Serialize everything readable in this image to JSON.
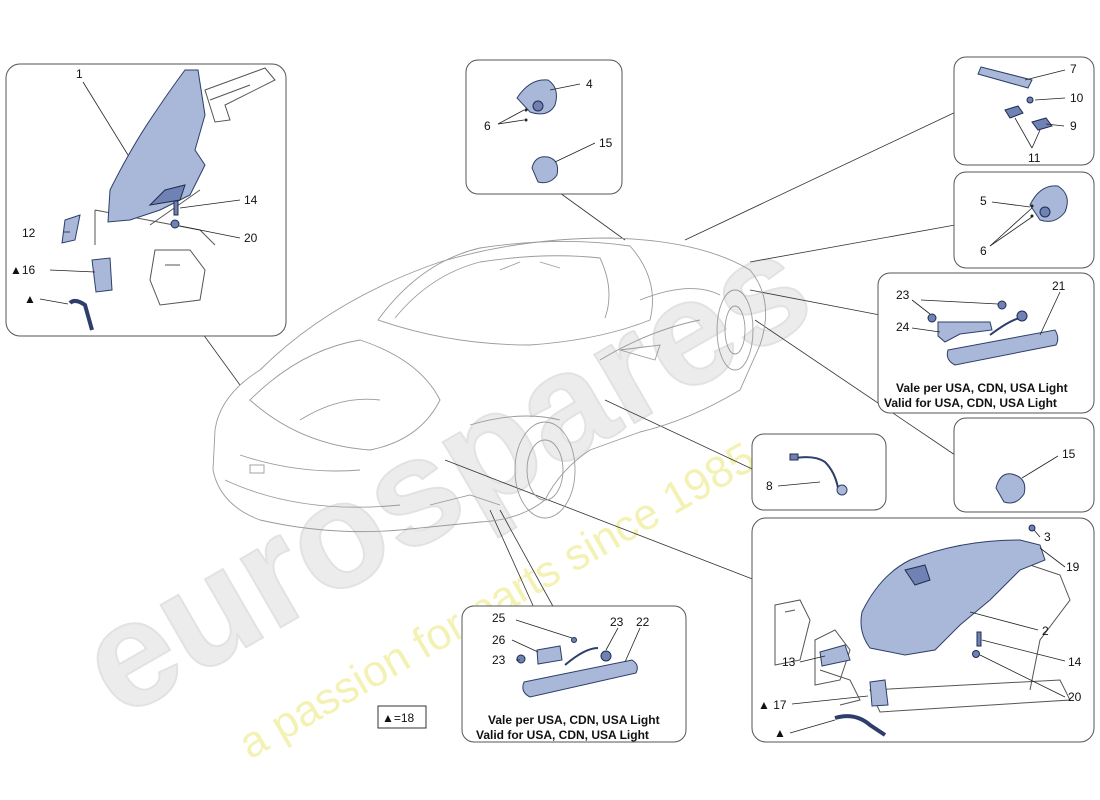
{
  "watermark": {
    "brand": "eurospares",
    "tagline": "a passion for parts since 1985"
  },
  "legend": {
    "text": "▲=18"
  },
  "panels": {
    "front_headlight": {
      "labels": [
        "1",
        "12",
        "▲16",
        "▲",
        "14",
        "20"
      ]
    },
    "upper_lamp": {
      "labels": [
        "4",
        "6",
        "15"
      ]
    },
    "third_brake": {
      "labels": [
        "7",
        "10",
        "9",
        "11"
      ]
    },
    "side_lamp": {
      "labels": [
        "5",
        "6"
      ]
    },
    "usa_right": {
      "labels": [
        "23",
        "21",
        "24"
      ],
      "note_it": "Vale per USA, CDN, USA Light",
      "note_en": "Valid for USA, CDN, USA Light"
    },
    "grommet": {
      "labels": [
        "15"
      ]
    },
    "cable": {
      "labels": [
        "8"
      ]
    },
    "rear_headlight": {
      "labels": [
        "3",
        "19",
        "2",
        "13",
        "14",
        "20",
        "▲ 17",
        "▲"
      ]
    },
    "usa_bottom": {
      "labels": [
        "25",
        "26",
        "23",
        "23",
        "22"
      ],
      "note_it": "Vale per USA, CDN, USA Light",
      "note_en": "Valid for USA, CDN, USA Light"
    }
  },
  "colors": {
    "part_fill": "#a9b8d8",
    "part_stroke": "#2d3e6a",
    "watermark": "#e6e6e6",
    "watermark_tagline": "#f2f0a8"
  }
}
